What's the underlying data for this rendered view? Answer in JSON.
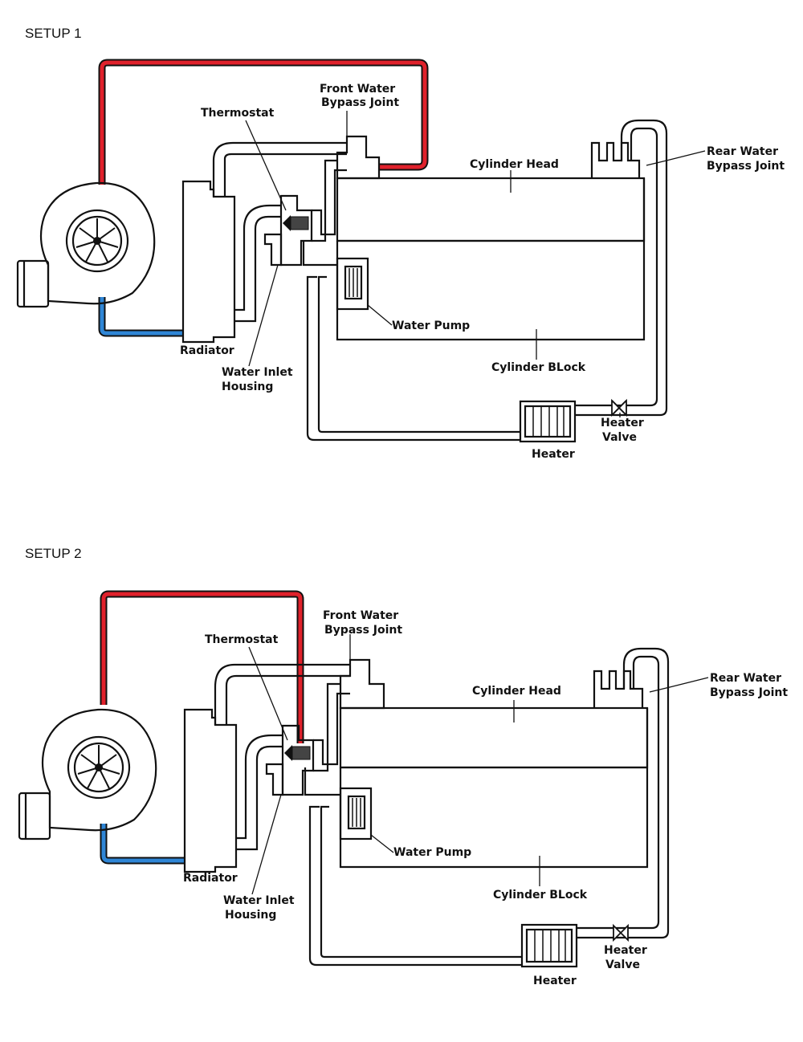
{
  "colors": {
    "hot_hose": "#e0212b",
    "cold_hose": "#2f86d6",
    "line": "#111111"
  },
  "setups": [
    {
      "title": "SETUP 1",
      "labels": {
        "front_water_bypass_joint": [
          "Front Water",
          "Bypass Joint"
        ],
        "thermostat": "Thermostat",
        "cylinder_head": "Cylinder  Head",
        "rear_water_bypass_joint": [
          "Rear Water",
          "Bypass Joint"
        ],
        "water_pump": "Water Pump",
        "radiator": "Radiator",
        "water_inlet_housing": [
          "Water Inlet",
          "Housing"
        ],
        "cylinder_block": "Cylinder BLock",
        "heater_valve": [
          "Heater",
          "Valve"
        ],
        "heater": "Heater"
      }
    },
    {
      "title": "SETUP 2",
      "labels": {
        "front_water_bypass_joint": [
          "Front Water",
          "Bypass Joint"
        ],
        "thermostat": "Thermostat",
        "cylinder_head": "Cylinder  Head",
        "rear_water_bypass_joint": [
          "Rear Water",
          "Bypass Joint"
        ],
        "water_pump": "Water Pump",
        "radiator": "Radiator",
        "water_inlet_housing": [
          "Water Inlet",
          "Housing"
        ],
        "cylinder_block": "Cylinder BLock",
        "heater_valve": [
          "Heater",
          "Valve"
        ],
        "heater": "Heater"
      }
    }
  ]
}
